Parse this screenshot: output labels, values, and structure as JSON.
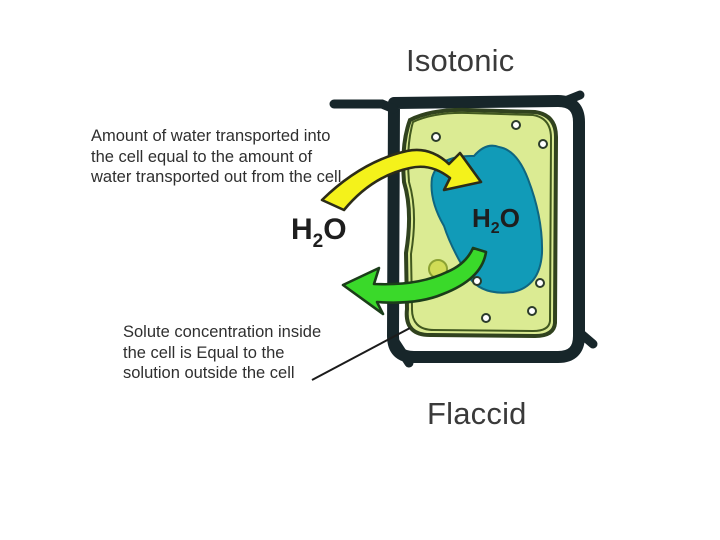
{
  "title": "Isotonic",
  "state_label": "Flaccid",
  "notes": {
    "water_transport": "Amount of water transported into the cell equal to the amount of water transported out from the cell",
    "solute_concentration": "Solute concentration inside the cell is Equal to the solution outside the cell"
  },
  "water_outside": {
    "base": "H",
    "subscript": "2",
    "suffix": "O"
  },
  "water_inside": {
    "base": "H",
    "subscript": "2",
    "suffix": "O"
  },
  "colors": {
    "cell_wall": "#17262a",
    "cytoplasm": "#dbeb93",
    "vacuole": "#119bb8",
    "inward_arrow": "#f4f21b",
    "outward_arrow": "#3ad92a"
  },
  "icons": {
    "inward_arrow": "curved-arrow-into-cell",
    "outward_arrow": "curved-arrow-out-of-cell"
  }
}
